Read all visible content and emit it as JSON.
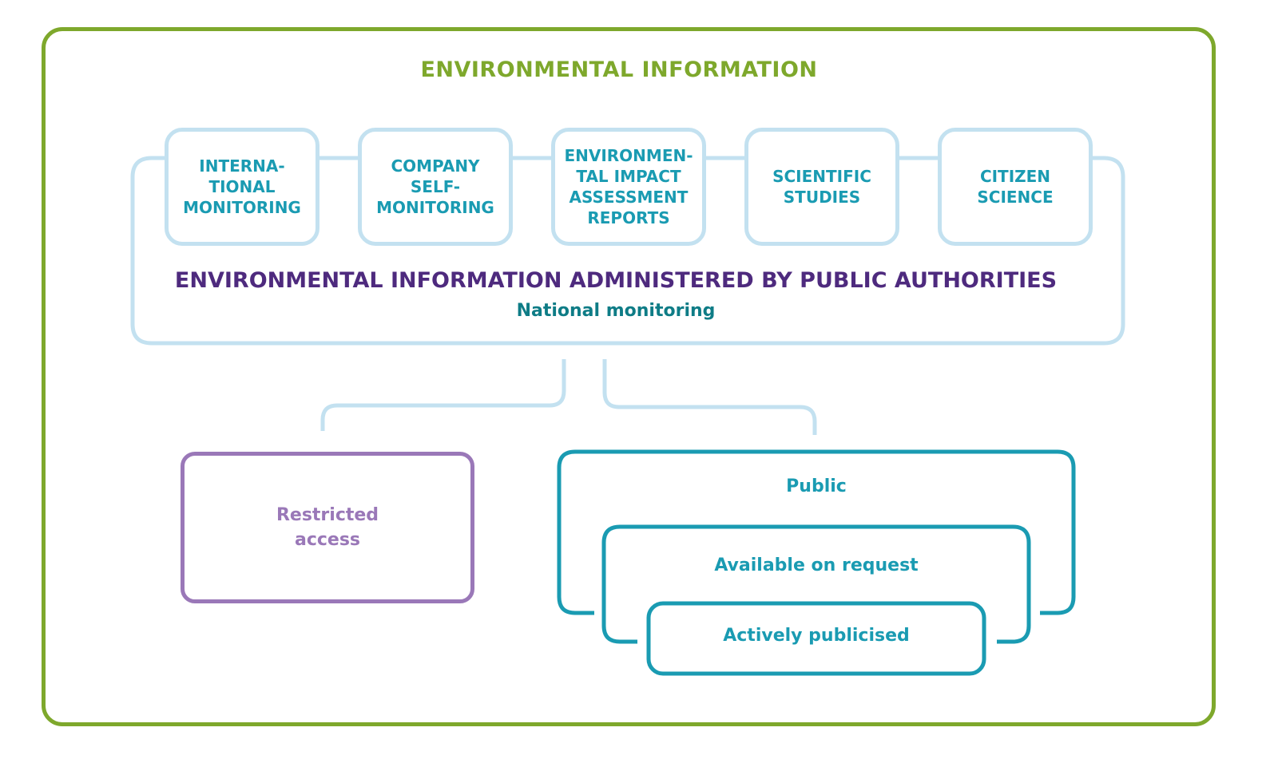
{
  "title": "ENVIRONMENTAL INFORMATION",
  "sources": [
    {
      "label": "INTERNA-\nTIONAL\nMONITORING"
    },
    {
      "label": "COMPANY\nSELF-\nMONITORING"
    },
    {
      "label": "ENVIRONMEN-\nTAL IMPACT\nASSESSMENT\nREPORTS"
    },
    {
      "label": "SCIENTIFIC\nSTUDIES"
    },
    {
      "label": "CITIZEN\nSCIENCE"
    }
  ],
  "public_authorities": {
    "title": "ENVIRONMENTAL INFORMATION ADMINISTERED BY PUBLIC AUTHORITIES",
    "subtitle": "National monitoring"
  },
  "access": {
    "restricted": "Restricted\naccess",
    "public": "Public",
    "available_on_request": "Available on request",
    "actively_publicised": "Actively publicised"
  },
  "colors": {
    "frame_green": "#7ea82c",
    "light_blue": "#c3e1f0",
    "teal": "#1a9bb2",
    "purple_dark": "#4e2a7e",
    "purple_light": "#9a78b8",
    "dark_teal": "#0e7c86"
  }
}
